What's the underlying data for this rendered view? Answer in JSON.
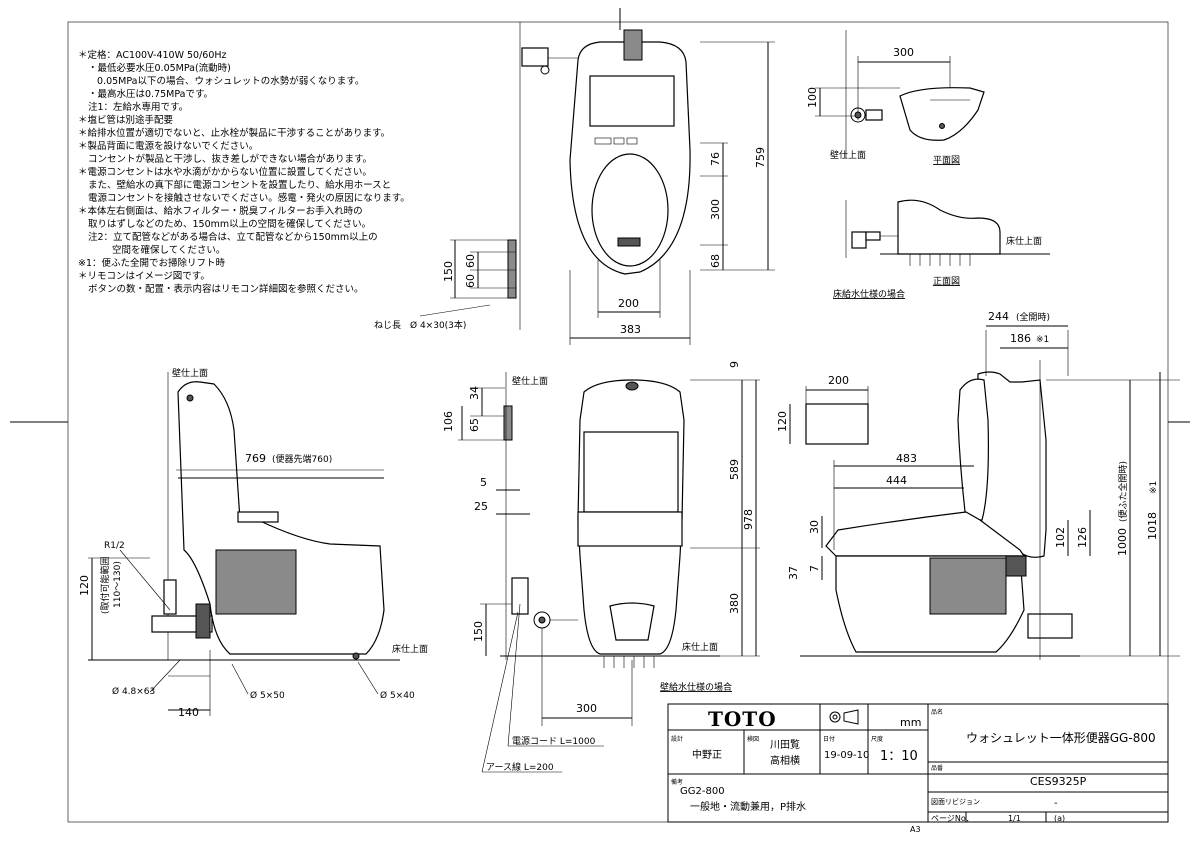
{
  "notes": [
    "＊定格：AC100V-410W 50/60Hz",
    "・最低必要水圧0.05MPa(流動時)",
    "0.05MPa以下の場合、ウォシュレットの水勢が弱くなります。",
    "・最高水圧は0.75MPaです。",
    "注1：左給水専用です。",
    "＊塩ビ管は別途手配要",
    "＊給排水位置が適切でないと、止水栓が製品に干渉することがあります。",
    "＊製品背面に電源を設けないでください。",
    "コンセントが製品と干渉し、抜き差しができない場合があります。",
    "＊電源コンセントは水や水滴がかからない位置に設置してください。",
    "また、壁給水の真下部に電源コンセントを設置したり、給水用ホースと",
    "電源コンセントを接触させないでください。感電・発火の原因になります。",
    "＊本体左右側面は、給水フィルター・脱臭フィルターお手入れ時の",
    "取りはずしなどのため、150mm以上の空間を確保してください。",
    "注2：立て配管などがある場合は、立て配管などから150mm以上の",
    "空間を確保してください。",
    "※1：便ふた全開でお掃除リフト時",
    "＊リモコンはイメージ図です。",
    "ボタンの数・配置・表示内容はリモコン詳細図を参照ください。"
  ],
  "labels": {
    "wall_surface": "壁仕上面",
    "floor_surface": "床仕上面",
    "plan_view": "平面図",
    "front_view": "正面図",
    "floor_supply": "床給水仕様の場合",
    "wall_supply": "壁給水仕様の場合",
    "screw_length": "ねじ長　Ø 4×30(3本)",
    "power_cord": "電源コード L=1000",
    "earth_wire": "アース線 L=200",
    "r12": "R1/2",
    "install_range": "(取付可能範囲",
    "install_range_2": "110～130)",
    "toilet_tip": "(便器先端760)",
    "lid_open_full": "(便ふた全開時)",
    "full_open": "(全開時)",
    "screw_a": "Ø 4.8×63",
    "screw_b": "Ø 5×50",
    "screw_c": "Ø 5×40",
    "note_mark": "※1"
  },
  "dims": {
    "d300_top": "300",
    "d100": "100",
    "d759": "759",
    "d76": "76",
    "d300v": "300",
    "d68": "68",
    "d200_plan": "200",
    "d383": "383",
    "d150": "150",
    "d60a": "60",
    "d60b": "60",
    "d244": "244",
    "d186": "186",
    "d200_rc": "200",
    "d120_rc": "120",
    "d483": "483",
    "d444": "444",
    "d30": "30",
    "d37": "37",
    "d7": "7",
    "d102": "102",
    "d126": "126",
    "d1000": "1000",
    "d1018": "1018",
    "d769": "769",
    "d120_left": "120",
    "d140": "140",
    "d9": "9",
    "d34": "34",
    "d106": "106",
    "d65": "65",
    "d5": "5",
    "d25": "25",
    "d589": "589",
    "d978": "978",
    "d380": "380",
    "d150_mid": "150",
    "d300_mid": "300"
  },
  "title_block": {
    "brand": "TOTO",
    "unit": "mm",
    "name_label": "品名",
    "product_name": "ウォシュレット一体形便器GG-800",
    "design_label": "設計",
    "designer": "中野正",
    "check_label": "検図",
    "checkers": [
      "川田覧",
      "高相横"
    ],
    "date_label": "日付",
    "date": "19-09-10",
    "scale_label": "尺度",
    "scale": "1：10",
    "model_label": "品番",
    "model_code": "CES9325P",
    "remark_label": "備考",
    "remarks": [
      "GG2-800",
      "一般地・流動兼用，P排水"
    ],
    "revision_label": "図面リビジョン",
    "revision": "-",
    "sheet": "A3",
    "page_label": "ページNo．",
    "page": "1/1",
    "page_suffix": "(a)"
  }
}
